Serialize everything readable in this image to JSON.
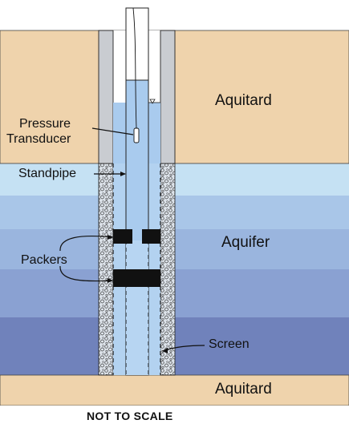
{
  "labels": {
    "aquitard_top": "Aquitard",
    "aquifer": "Aquifer",
    "aquitard_bottom": "Aquitard",
    "pressure": "Pressure",
    "transducer": "Transducer",
    "standpipe": "Standpipe",
    "packers": "Packers",
    "screen": "Screen",
    "note": "NOT TO SCALE"
  },
  "colors": {
    "aquitard": "#efd3ac",
    "aquifer_bands": [
      "#c7e0f2",
      "#a9c6e8",
      "#9ab6e0",
      "#8aa2d4",
      "#7b92c6",
      "#6f82b9"
    ],
    "water": "#a8c9ec",
    "casing": "#c9ccd1",
    "packer": "#111111",
    "gravel": "#d6dde6"
  }
}
